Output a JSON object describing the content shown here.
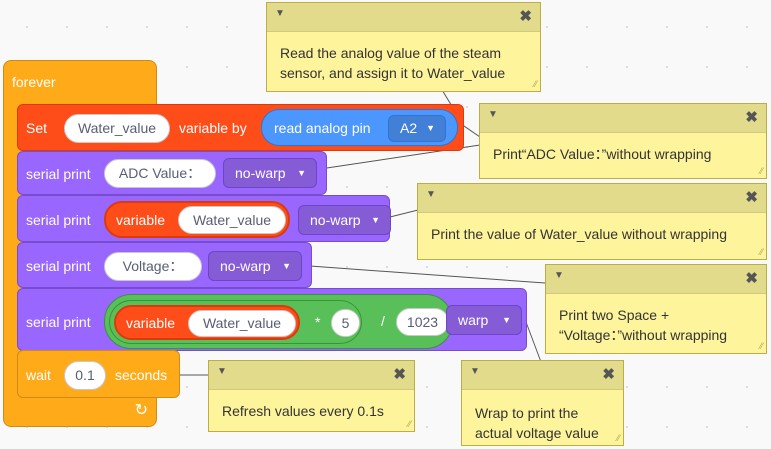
{
  "forever": {
    "label": "forever",
    "loop_icon": "↻"
  },
  "set_block": {
    "set_label": "Set",
    "variable_value": "Water_value",
    "variable_by_label": "variable by",
    "sensor_label": "read analog pin",
    "pin_value": "A2"
  },
  "serial1": {
    "label": "serial print",
    "text_value": "ADC Value：",
    "mode": "no-warp"
  },
  "serial2": {
    "label": "serial print",
    "variable_label": "variable",
    "variable_value": "Water_value",
    "mode": "no-warp"
  },
  "serial3": {
    "label": "serial print",
    "text_value": "Voltage：",
    "mode": "no-warp"
  },
  "serial4": {
    "label": "serial print",
    "variable_label": "variable",
    "variable_value": "Water_value",
    "multiply_op": "*",
    "multiply_value": "5",
    "divide_op": "/",
    "divide_value": "1023",
    "mode": "warp"
  },
  "wait_block": {
    "label": "wait",
    "value": "0.1",
    "unit_label": "seconds"
  },
  "comments": [
    {
      "text": "Read the analog value of the steam sensor, and assign it to Water_value"
    },
    {
      "text": "Print“ADC Value：”without wrapping"
    },
    {
      "text": "Print the value of Water_value without wrapping"
    },
    {
      "text": "Print two Space + “Voltage：”without wrapping"
    },
    {
      "text": "Refresh values every 0.1s"
    },
    {
      "text": "Wrap to print the actual voltage value"
    }
  ],
  "glyphs": {
    "caret": "▼",
    "collapse": "▼",
    "close": "✖",
    "resize": "⁄⁄"
  },
  "colors": {
    "control": "#ffab19",
    "variables": "#ff4d1a",
    "serial": "#9966ff",
    "sensing": "#4c97ff",
    "operators": "#59c059",
    "comment": "#fef49c"
  }
}
